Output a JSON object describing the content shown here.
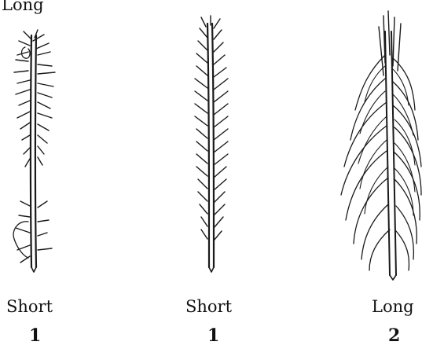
{
  "top_label": "Long",
  "figures": [
    {
      "length_label": "Short",
      "score": "1"
    },
    {
      "length_label": "Short",
      "score": "1"
    },
    {
      "length_label": "Long",
      "score": "2"
    }
  ]
}
